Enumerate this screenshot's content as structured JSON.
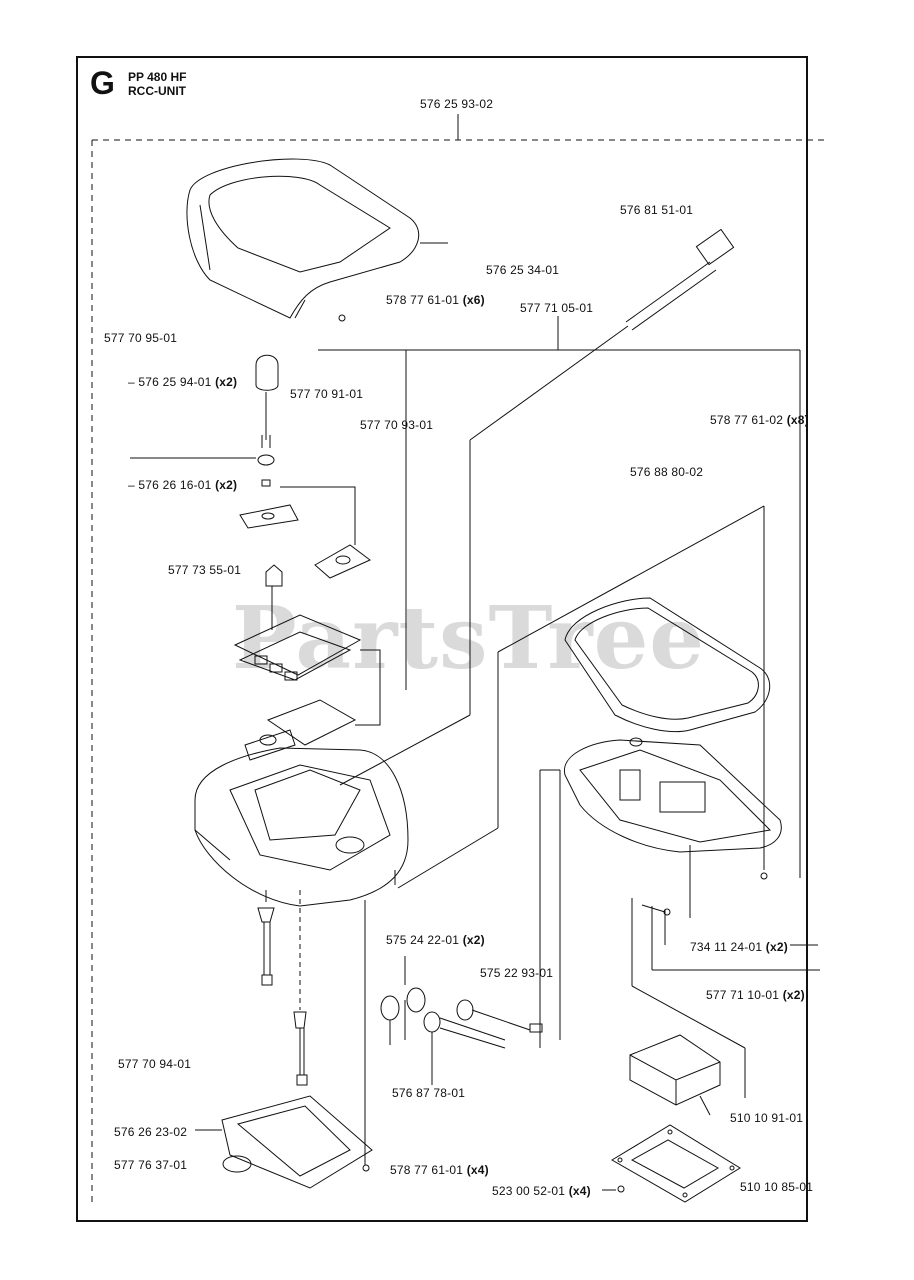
{
  "section": {
    "letter": "G",
    "model": "PP 480 HF",
    "assembly": "RCC-UNIT"
  },
  "watermark": "PartsTree",
  "parts": [
    {
      "id": "p1",
      "number": "576 25 93-02",
      "qty": ""
    },
    {
      "id": "p2",
      "number": "576 81 51-01",
      "qty": ""
    },
    {
      "id": "p3",
      "number": "576 25 34-01",
      "qty": ""
    },
    {
      "id": "p4",
      "number": "578 77 61-01",
      "qty": "(x6)"
    },
    {
      "id": "p5",
      "number": "577 71 05-01",
      "qty": ""
    },
    {
      "id": "p6",
      "number": "577 70 95-01",
      "qty": ""
    },
    {
      "id": "p7",
      "number": "576 25 94-01",
      "qty": "(x2)"
    },
    {
      "id": "p8",
      "number": "577 70 91-01",
      "qty": ""
    },
    {
      "id": "p9",
      "number": "577 70 93-01",
      "qty": ""
    },
    {
      "id": "p10",
      "number": "578 77 61-02",
      "qty": "(x8)"
    },
    {
      "id": "p11",
      "number": "576 26 16-01",
      "qty": "(x2)"
    },
    {
      "id": "p12",
      "number": "576 88 80-02",
      "qty": ""
    },
    {
      "id": "p13",
      "number": "577 73 55-01",
      "qty": ""
    },
    {
      "id": "p14",
      "number": "575 24 22-01",
      "qty": "(x2)"
    },
    {
      "id": "p15",
      "number": "575 22 93-01",
      "qty": ""
    },
    {
      "id": "p16",
      "number": "734 11 24-01",
      "qty": "(x2)"
    },
    {
      "id": "p17",
      "number": "577 71 10-01",
      "qty": "(x2)"
    },
    {
      "id": "p18",
      "number": "576 87 78-01",
      "qty": ""
    },
    {
      "id": "p19",
      "number": "577 70 94-01",
      "qty": ""
    },
    {
      "id": "p20",
      "number": "510 10 91-01",
      "qty": ""
    },
    {
      "id": "p21",
      "number": "576 26 23-02",
      "qty": ""
    },
    {
      "id": "p22",
      "number": "577 76 37-01",
      "qty": ""
    },
    {
      "id": "p23",
      "number": "578 77 61-01",
      "qty": "(x4)"
    },
    {
      "id": "p24",
      "number": "523 00 52-01",
      "qty": "(x4)"
    },
    {
      "id": "p25",
      "number": "510 10 85-01",
      "qty": ""
    }
  ]
}
